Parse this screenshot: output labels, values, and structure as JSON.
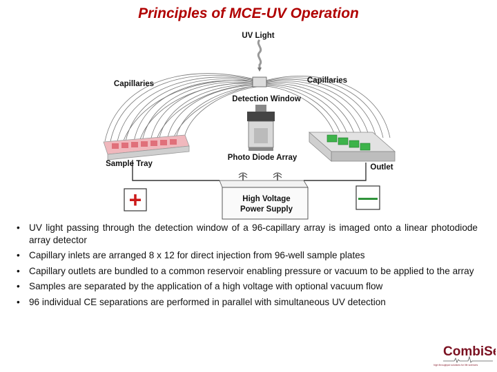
{
  "title": "Principles of MCE-UV Operation",
  "diagram": {
    "uv_light": "UV Light",
    "capillaries_left": "Capillaries",
    "capillaries_right": "Capillaries",
    "detection_window": "Detection Window",
    "photo_diode_array": "Photo Diode Array",
    "sample_tray": "Sample Tray",
    "outlet": "Outlet",
    "power_supply_line1": "High Voltage",
    "power_supply_line2": "Power Supply",
    "plus_sign": "+",
    "minus_sign": "—",
    "colors": {
      "title": "#b00000",
      "electrode": "#cc1a1a",
      "sample_wells": "#e89aa0",
      "outlet_green": "#3db34a"
    }
  },
  "bullets": [
    "UV light passing through the detection window of a 96-capillary array is imaged onto a linear photodiode array detector",
    "Capillary inlets are arranged 8 x 12 for direct injection from 96-well sample plates",
    "Capillary outlets are bundled to a common reservoir enabling pressure or vacuum to be applied to the array",
    "Samples are separated by the application of a high voltage with optional vacuum flow",
    "96 individual CE separations are performed in parallel with simultaneous UV detection"
  ],
  "logo": {
    "name": "CombiSep",
    "tagline": "high throughput solutions for life sciences"
  }
}
